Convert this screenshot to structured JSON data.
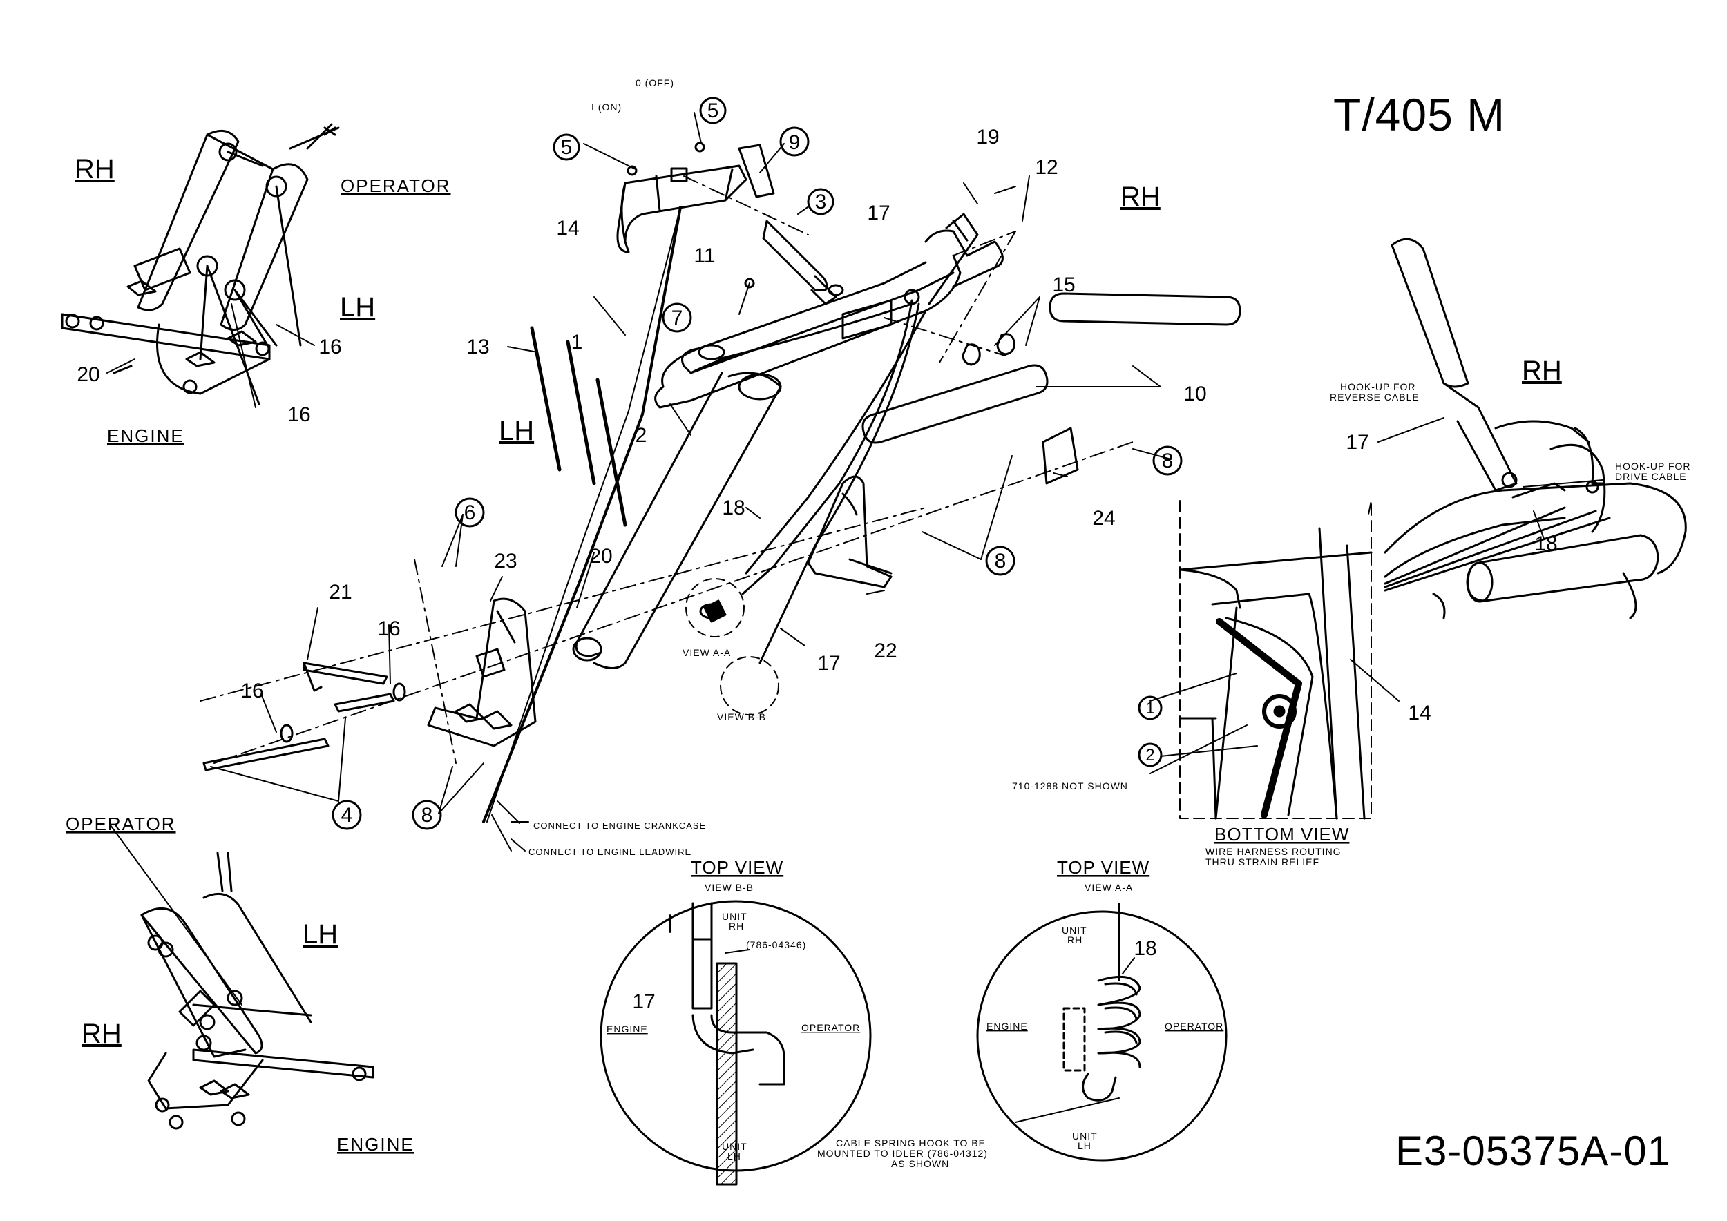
{
  "title": "T/405 M",
  "drawing_number": "E3-05375A-01",
  "callouts": {
    "n1": "1",
    "n2": "2",
    "n3": "3",
    "n4": "4",
    "n5a": "5",
    "n5b": "5",
    "n6": "6",
    "n7": "7",
    "n8a": "8",
    "n8b": "8",
    "n8c": "8",
    "n9": "9",
    "n10": "10",
    "n11": "11",
    "n12": "12",
    "n13": "13",
    "n14a": "14",
    "n14b": "14",
    "n15": "15",
    "n16a": "16",
    "n16b": "16",
    "n16c": "16",
    "n16d": "16",
    "n17a": "17",
    "n17b": "17",
    "n17c": "17",
    "n17d": "17",
    "n18a": "18",
    "n18b": "18",
    "n18c": "18",
    "n19": "19",
    "n20a": "20",
    "n20b": "20",
    "n21": "21",
    "n22": "22",
    "n23": "23",
    "n24": "24"
  },
  "labels": {
    "rh_tl": "RH",
    "operator_tl": "OPERATOR",
    "lh_tl": "LH",
    "engine_tl": "ENGINE",
    "off": "0 (OFF)",
    "on": "I (ON)",
    "rh_top": "RH",
    "lh_mid": "LH",
    "view_aa": "VIEW A-A",
    "view_bb": "VIEW B-B",
    "crankcase": "CONNECT TO ENGINE CRANKCASE",
    "leadwire": "CONNECT TO ENGINE LEADWIRE",
    "operator_bl": "OPERATOR",
    "lh_bl": "LH",
    "rh_bl": "RH",
    "engine_bl": "ENGINE",
    "hookup_reverse_1": "HOOK-UP FOR",
    "hookup_reverse_2": "REVERSE CABLE",
    "hookup_drive_1": "HOOK-UP FOR",
    "hookup_drive_2": "DRIVE CABLE",
    "rh_right": "RH",
    "bottom_i": "1",
    "bottom_2": "2",
    "not_shown": "710-1288 NOT SHOWN",
    "bottom_view": "BOTTOM VIEW",
    "wire_harness_1": "WIRE HARNESS ROUTING",
    "wire_harness_2": "THRU STRAIN RELIEF",
    "top_view_b": "TOP VIEW",
    "view_bb_sub": "VIEW B-B",
    "unit_rh_b1": "UNIT",
    "unit_rh_b2": "RH",
    "part_786_04346": "(786-04346)",
    "engine_b": "ENGINE",
    "operator_b": "OPERATOR",
    "unit_lh_b1": "UNIT",
    "unit_lh_b2": "LH",
    "top_view_a": "TOP VIEW",
    "view_aa_sub": "VIEW A-A",
    "unit_rh_a1": "UNIT",
    "unit_rh_a2": "RH",
    "engine_a": "ENGINE",
    "operator_a": "OPERATOR",
    "unit_lh_a1": "UNIT",
    "unit_lh_a2": "LH",
    "spring_note_1": "CABLE SPRING HOOK TO BE",
    "spring_note_2": "MOUNTED TO IDLER (786-04312)",
    "spring_note_3": "AS SHOWN"
  }
}
